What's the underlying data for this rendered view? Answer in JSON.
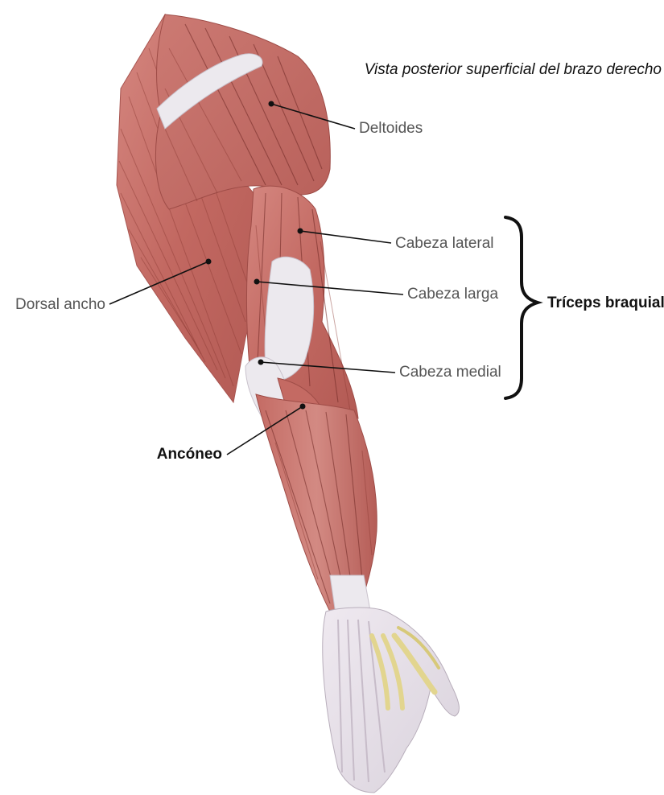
{
  "title": "Vista posterior superficial del brazo derecho",
  "labels": {
    "deltoides": "Deltoides",
    "cabeza_lateral": "Cabeza lateral",
    "cabeza_larga": "Cabeza larga",
    "cabeza_medial": "Cabeza medial",
    "dorsal_ancho": "Dorsal ancho",
    "anconeo": "Ancóneo",
    "triceps": "Tríceps braquial"
  },
  "colors": {
    "muscle": "#c9716b",
    "muscle_dark": "#a9504b",
    "muscle_light": "#dc8f88",
    "tendon": "#ece9ee",
    "bone": "#e6dc9a",
    "text_gray": "#555555",
    "text_dark": "#111111"
  }
}
